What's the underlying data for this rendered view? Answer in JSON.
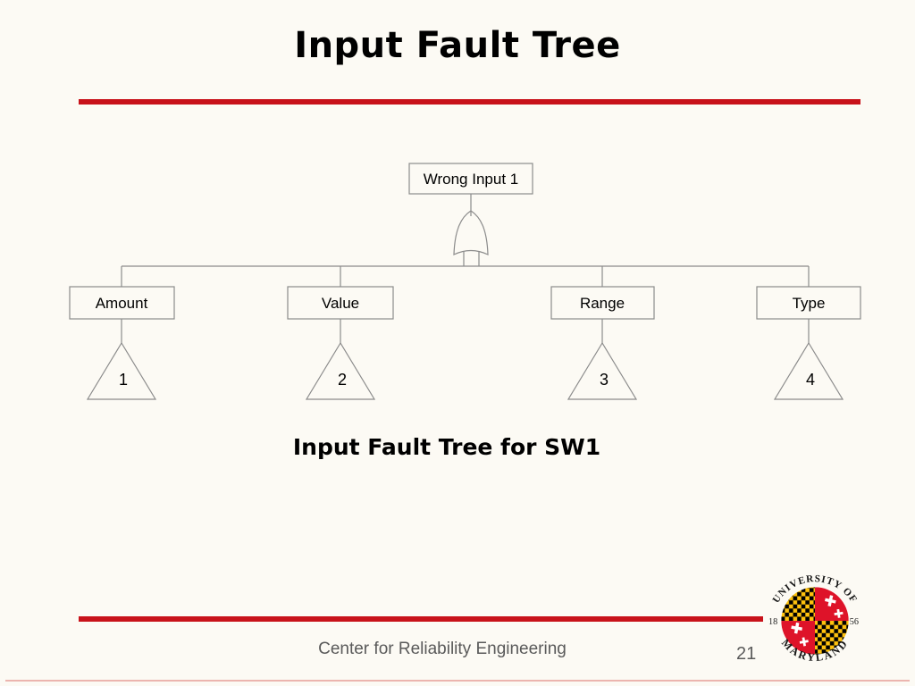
{
  "slide": {
    "title": "Input Fault Tree",
    "caption": "Input Fault Tree for SW1",
    "footer": "Center for Reliability Engineering",
    "page_number": "21",
    "accent_color": "#C8121A",
    "background_color": "#FCFAF4"
  },
  "tree": {
    "root": {
      "label": "Wrong Input 1"
    },
    "gate_type": "OR",
    "children": [
      {
        "label": "Amount",
        "transfer": "1"
      },
      {
        "label": "Value",
        "transfer": "2"
      },
      {
        "label": "Range",
        "transfer": "3"
      },
      {
        "label": "Type",
        "transfer": "4"
      }
    ]
  },
  "logo": {
    "top_arc_text": "UNIVERSITY OF",
    "bottom_arc_text": "MARYLAND",
    "left_year": "18",
    "right_year": "56",
    "colors": {
      "red": "#DE1329",
      "gold": "#FFC20E",
      "black": "#000000"
    }
  }
}
